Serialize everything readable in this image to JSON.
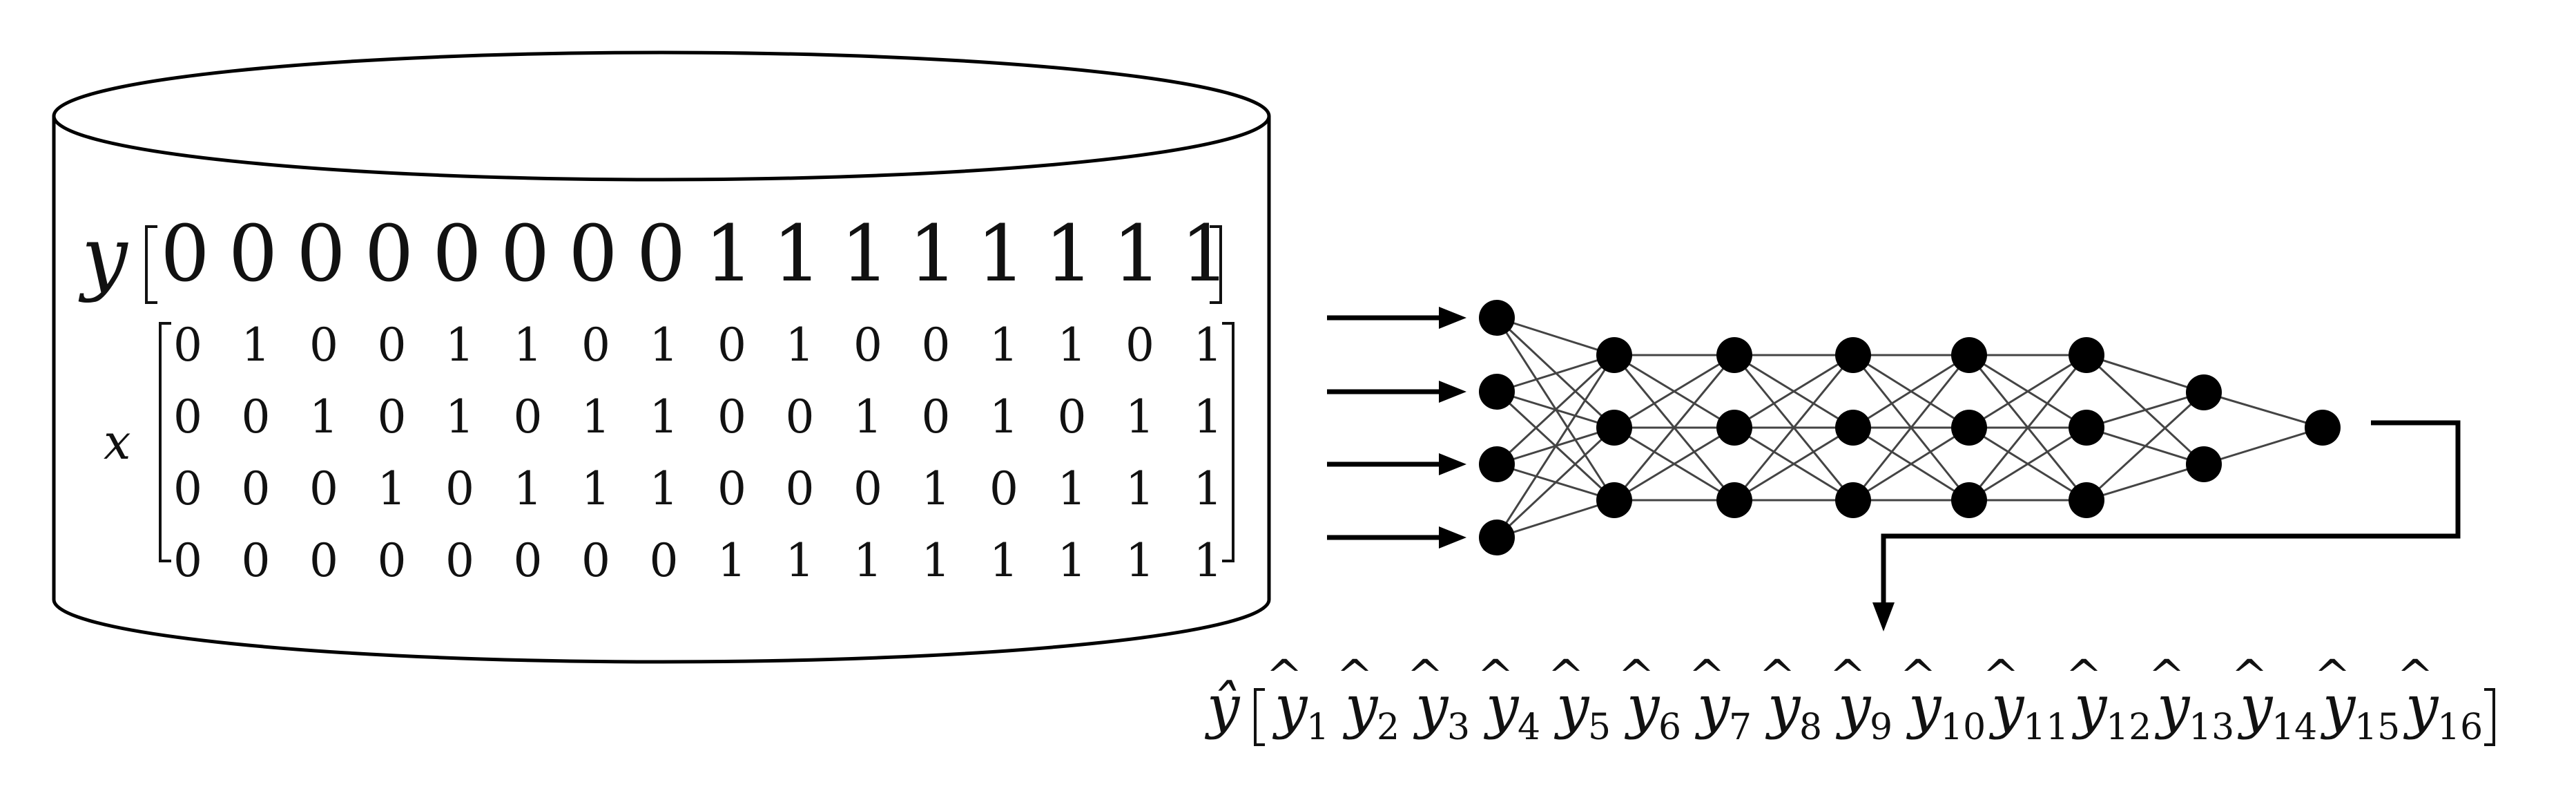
{
  "dataset": {
    "y_label": "y",
    "x_label": "x",
    "y_values": [
      "0",
      "0",
      "0",
      "0",
      "0",
      "0",
      "0",
      "0",
      "1",
      "1",
      "1",
      "1",
      "1",
      "1",
      "1",
      "1"
    ],
    "x_rows": [
      [
        "0",
        "1",
        "0",
        "0",
        "1",
        "1",
        "0",
        "1",
        "0",
        "1",
        "0",
        "0",
        "1",
        "1",
        "0",
        "1"
      ],
      [
        "0",
        "0",
        "1",
        "0",
        "1",
        "0",
        "1",
        "1",
        "0",
        "0",
        "1",
        "0",
        "1",
        "0",
        "1",
        "1"
      ],
      [
        "0",
        "0",
        "0",
        "1",
        "0",
        "1",
        "1",
        "1",
        "0",
        "0",
        "0",
        "1",
        "0",
        "1",
        "1",
        "1"
      ],
      [
        "0",
        "0",
        "0",
        "0",
        "0",
        "0",
        "0",
        "0",
        "1",
        "1",
        "1",
        "1",
        "1",
        "1",
        "1",
        "1"
      ]
    ]
  },
  "network": {
    "input_arrows": 4,
    "layers": [
      4,
      3,
      3,
      3,
      3,
      3,
      2,
      1
    ]
  },
  "output": {
    "label": "ŷ",
    "hat_glyph": "^",
    "base_symbol": "y",
    "subscripts": [
      "1",
      "2",
      "3",
      "4",
      "5",
      "6",
      "7",
      "8",
      "9",
      "10",
      "11",
      "12",
      "13",
      "14",
      "15",
      "16"
    ]
  }
}
